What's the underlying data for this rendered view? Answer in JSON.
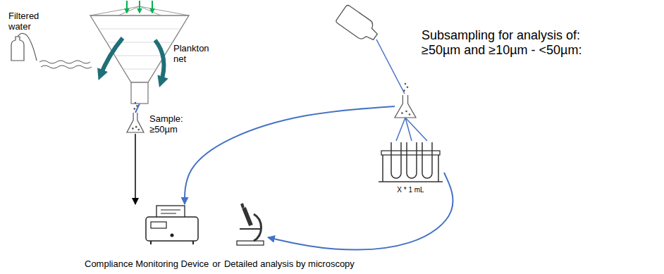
{
  "diagram": {
    "nodes": [
      {
        "text": [
          "Plankton net"
        ]
      },
      {
        "text": [
          "Sample: ≥50µm"
        ]
      },
      {
        "text": [
          "Subsampling for analysis of: ≥50µm and ≥10µm - <50µm:"
        ]
      },
      {
        "text": [
          "X * 1 mL"
        ]
      },
      {
        "text": [
          "Compliance Monitoring Device"
        ]
      },
      {
        "text": [
          "Detailed analysis by microscopy"
        ]
      }
    ],
    "edges": [
      {
        "from": 0,
        "to": 1,
        "arrow": "none"
      },
      {
        "from": 1,
        "to": 4,
        "arrow": "to"
      },
      {
        "from": 2,
        "to": 4,
        "arrow": "to"
      },
      {
        "from": 2,
        "to": 3,
        "arrow": "none"
      },
      {
        "from": 3,
        "to": 5,
        "arrow": "to"
      }
    ],
    "labels": [
      "Filtered water",
      "or"
    ]
  }
}
